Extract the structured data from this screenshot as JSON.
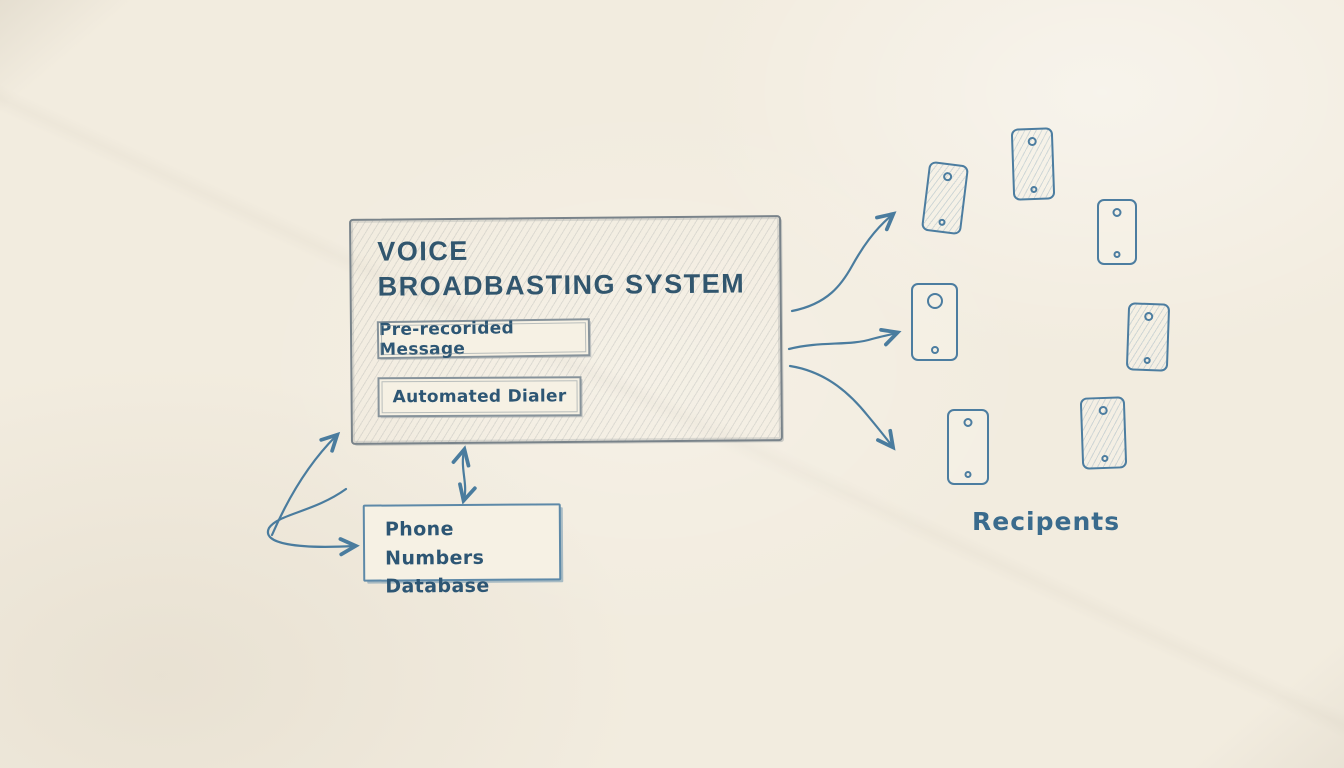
{
  "diagram": {
    "title_line1": "VOICE",
    "title_line2": "BROADBASTING SYSTEM",
    "components": [
      {
        "label": "Pre-recorided Message"
      },
      {
        "label": "Automated Dialer"
      }
    ],
    "database": {
      "line1": "Phone Numbers",
      "line2": "Database"
    },
    "recipients_label": "Recipents",
    "phones": {
      "count": 7,
      "icon": "phone-icon"
    },
    "colors": {
      "paper": "#f2ecdf",
      "ink_blue": "#4a7c9e",
      "ink_gray": "#79838a",
      "title_text": "#31566e",
      "label_text": "#2d5674"
    }
  }
}
